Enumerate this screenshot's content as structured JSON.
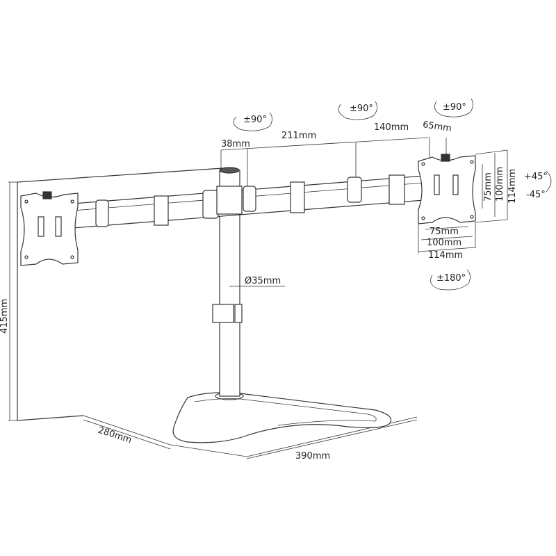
{
  "rotations": {
    "left_arm": "±90°",
    "middle_arm": "±90°",
    "right_head": "±90°",
    "tilt_up": "+45°",
    "tilt_down": "-45°",
    "swivel": "±180°"
  },
  "dimensions": {
    "pole_offset": "38mm",
    "arm_segment_1": "211mm",
    "arm_segment_2": "140mm",
    "head_offset": "65mm",
    "vesa_v_75": "75mm",
    "vesa_v_100": "100mm",
    "plate_height": "114mm",
    "vesa_h_75": "75mm",
    "vesa_h_100": "100mm",
    "plate_width": "114mm",
    "pole_diameter": "Ø35mm",
    "total_height": "415mm",
    "base_depth": "280mm",
    "base_width": "390mm"
  }
}
